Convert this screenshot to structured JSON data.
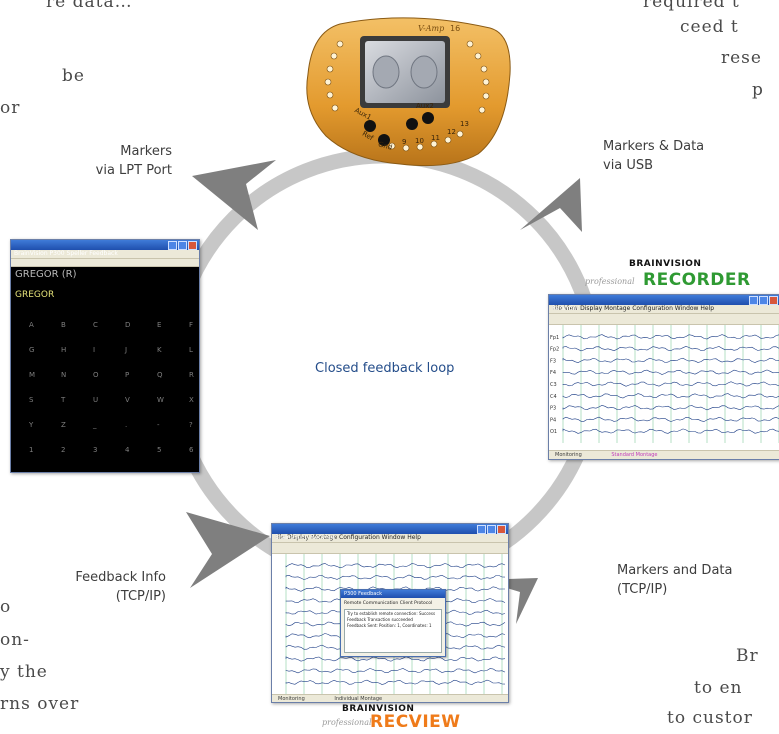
{
  "cycle": {
    "center_label": "Closed feedback loop",
    "arrow_color": "#c7c7c7",
    "arrowhead_color": "#7f7f7f"
  },
  "edges": {
    "top_left": "Markers\nvia LPT Port",
    "top_right": "Markers & Data\nvia USB",
    "bottom_right": "Markers and Data\n(TCP/IP)",
    "bottom_left": "Feedback Info\n(TCP/IP)"
  },
  "amplifier": {
    "brand": "V-Amp",
    "model": "16",
    "aux1": "Aux1",
    "aux2": "Aux2",
    "ref": "Ref",
    "gnd": "Gnd",
    "ch9": "9",
    "ch10": "10",
    "ch11": "11",
    "ch12": "12",
    "ch13": "13",
    "body_color": "#e9a63a"
  },
  "speller": {
    "title": "BrainVision P300 Speller Feedback",
    "target_text": "GREGOR (R)",
    "typed_text": "GREGOR",
    "letters": [
      "A",
      "B",
      "C",
      "D",
      "E",
      "F",
      "G",
      "H",
      "I",
      "J",
      "K",
      "L",
      "M",
      "N",
      "O",
      "P",
      "Q",
      "R",
      "S",
      "T",
      "U",
      "V",
      "W",
      "X",
      "Y",
      "Z",
      "_",
      ".",
      "-",
      "?",
      "1",
      "2",
      "3",
      "4",
      "5",
      "6"
    ]
  },
  "recorder": {
    "brand_top": "BRAINVISION",
    "brand_pro": "professional",
    "brand_name": "RECORDER",
    "window_title": "Recorder",
    "menu": "File  View  Display Montage  Configuration  Window  Help",
    "channels": [
      "Fp1",
      "Fp2",
      "F3",
      "F4",
      "C3",
      "C4",
      "P3",
      "P4",
      "O1",
      "O2"
    ],
    "status_left": "Monitoring",
    "status_mid": "Standard Montage"
  },
  "recview": {
    "brand_top": "BRAINVISION",
    "brand_pro": "professional",
    "brand_name": "RECVIEW",
    "window_title": "BrainVision RecView",
    "menu": "File  Display Montage  Configuration  Window  Help",
    "dialog_title": "P300 Feedback",
    "dialog_header": "Remote Communication Client Protocol",
    "dialog_lines": [
      "Try to establish remote connection: Success",
      "Feedback Transaction succeeded",
      "Feedback Sent: Position: 1, Coordinates: 1"
    ],
    "status_left": "Monitoring",
    "status_mid": "Individual Montage"
  },
  "cut_text": {
    "top_left_line": "re data…",
    "left_1": "be",
    "left_2": "or",
    "left_3": "o",
    "left_4": "on-",
    "left_5": "y the",
    "left_6": "rns over",
    "right_1": "required t",
    "right_2": "ceed t",
    "right_3": "rese",
    "right_4": "p",
    "right_5": "Br",
    "right_6": "to en",
    "right_7": "to custor"
  }
}
